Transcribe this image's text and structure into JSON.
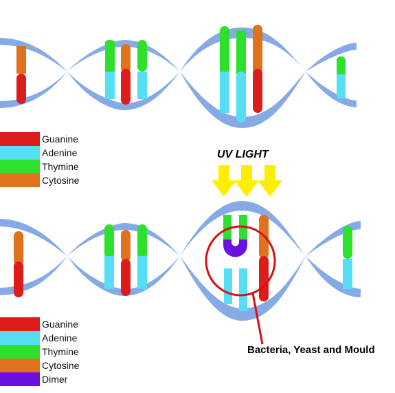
{
  "colors": {
    "strand": "#86aae6",
    "guanine": "#dd1c1c",
    "adenine": "#55def4",
    "thymine": "#2de02d",
    "cytosine": "#e0711d",
    "dimer": "#6a10e0",
    "uv": "#ffee00",
    "callout": "#d80f0f"
  },
  "legend_top": [
    {
      "label": "Guanine",
      "color": "#dd1c1c"
    },
    {
      "label": "Adenine",
      "color": "#55def4"
    },
    {
      "label": "Thymine",
      "color": "#2de02d"
    },
    {
      "label": "Cytosine",
      "color": "#e0711d"
    }
  ],
  "legend_bottom": [
    {
      "label": "Guanine",
      "color": "#dd1c1c"
    },
    {
      "label": "Adenine",
      "color": "#55def4"
    },
    {
      "label": "Thymine",
      "color": "#2de02d"
    },
    {
      "label": "Cytosine",
      "color": "#e0711d"
    },
    {
      "label": "Dimer",
      "color": "#6a10e0"
    }
  ],
  "uv_label": "UV LIGHT",
  "callout_label": "Bacteria, Yeast and Mould"
}
